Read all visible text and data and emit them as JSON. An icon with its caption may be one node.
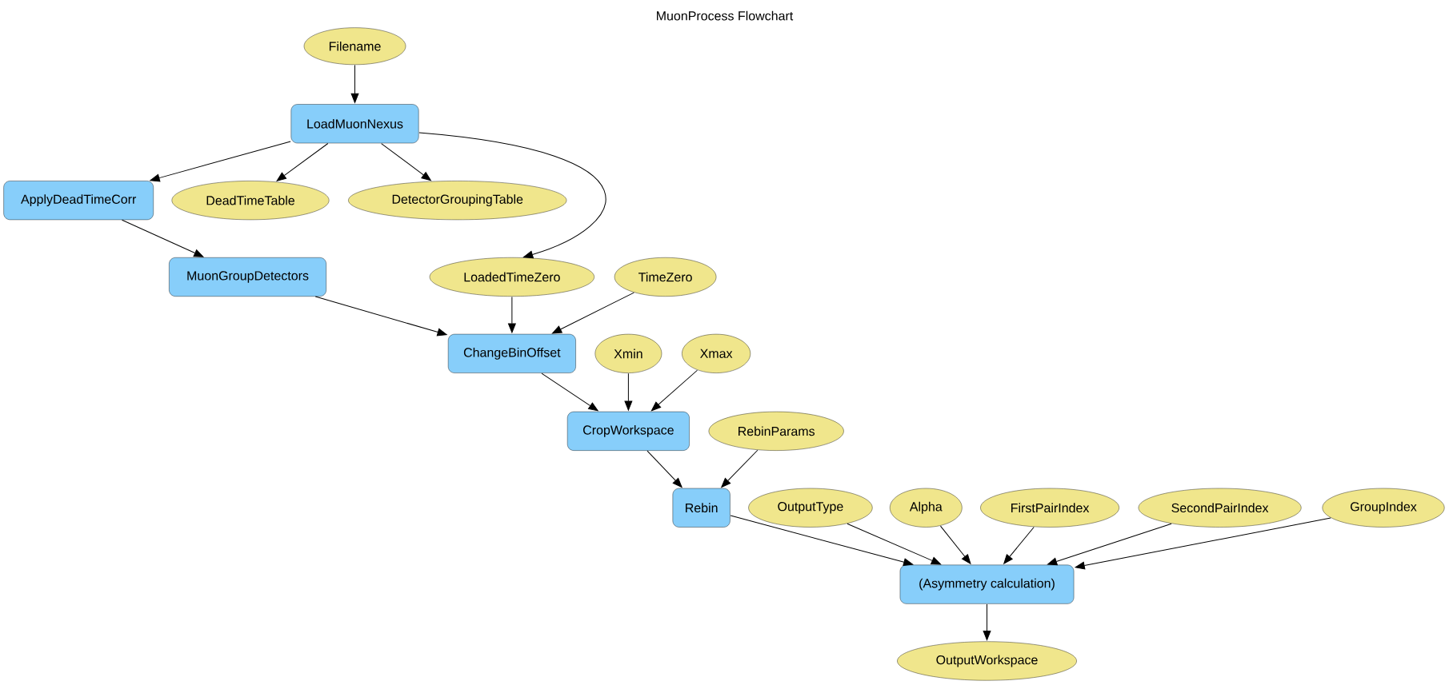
{
  "diagram": {
    "title": "MuonProcess Flowchart",
    "nodes": [
      {
        "text": [
          "Filename"
        ]
      },
      {
        "text": [
          "LoadMuonNexus"
        ]
      },
      {
        "text": [
          "ApplyDeadTimeCorr"
        ]
      },
      {
        "text": [
          "DeadTimeTable"
        ]
      },
      {
        "text": [
          "DetectorGroupingTable"
        ]
      },
      {
        "text": [
          "MuonGroupDetectors"
        ]
      },
      {
        "text": [
          "LoadedTimeZero"
        ]
      },
      {
        "text": [
          "TimeZero"
        ]
      },
      {
        "text": [
          "ChangeBinOffset"
        ]
      },
      {
        "text": [
          "Xmin"
        ]
      },
      {
        "text": [
          "Xmax"
        ]
      },
      {
        "text": [
          "CropWorkspace"
        ]
      },
      {
        "text": [
          "RebinParams"
        ]
      },
      {
        "text": [
          "Rebin"
        ]
      },
      {
        "text": [
          "OutputType"
        ]
      },
      {
        "text": [
          "Alpha"
        ]
      },
      {
        "text": [
          "FirstPairIndex"
        ]
      },
      {
        "text": [
          "SecondPairIndex"
        ]
      },
      {
        "text": [
          "GroupIndex"
        ]
      },
      {
        "text": [
          "(Asymmetry calculation)"
        ]
      },
      {
        "text": [
          "OutputWorkspace"
        ]
      }
    ],
    "edges": [
      {
        "from": 0,
        "to": 1,
        "arrow": "to"
      },
      {
        "from": 1,
        "to": 2,
        "arrow": "to"
      },
      {
        "from": 1,
        "to": 3,
        "arrow": "to"
      },
      {
        "from": 1,
        "to": 4,
        "arrow": "to"
      },
      {
        "from": 1,
        "to": 6,
        "arrow": "to"
      },
      {
        "from": 2,
        "to": 5,
        "arrow": "to"
      },
      {
        "from": 5,
        "to": 8,
        "arrow": "to"
      },
      {
        "from": 6,
        "to": 8,
        "arrow": "to"
      },
      {
        "from": 7,
        "to": 8,
        "arrow": "to"
      },
      {
        "from": 8,
        "to": 11,
        "arrow": "to"
      },
      {
        "from": 9,
        "to": 11,
        "arrow": "to"
      },
      {
        "from": 10,
        "to": 11,
        "arrow": "to"
      },
      {
        "from": 11,
        "to": 13,
        "arrow": "to"
      },
      {
        "from": 12,
        "to": 13,
        "arrow": "to"
      },
      {
        "from": 13,
        "to": 19,
        "arrow": "to"
      },
      {
        "from": 14,
        "to": 19,
        "arrow": "to"
      },
      {
        "from": 15,
        "to": 19,
        "arrow": "to"
      },
      {
        "from": 16,
        "to": 19,
        "arrow": "to"
      },
      {
        "from": 17,
        "to": 19,
        "arrow": "to"
      },
      {
        "from": 18,
        "to": 19,
        "arrow": "to"
      },
      {
        "from": 19,
        "to": 20,
        "arrow": "to"
      }
    ]
  }
}
